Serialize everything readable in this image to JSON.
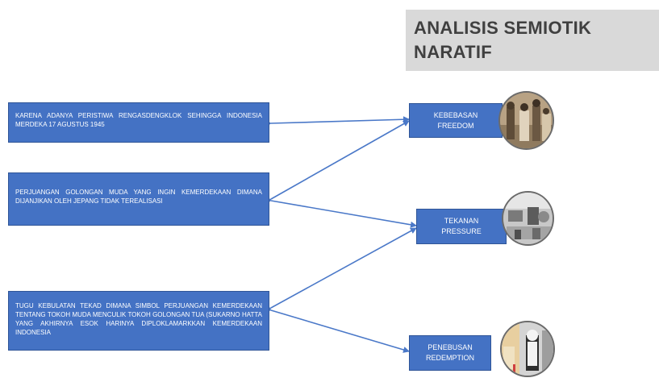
{
  "title": {
    "line1": "ANALISIS SEMIOTIK",
    "line2": "NARATIF"
  },
  "left_boxes": [
    {
      "text": "KARENA ADANYA PERISTIWA RENGASDENGKLOK SEHINGGA INDONESIA MERDEKA 17 AGUSTUS 1945"
    },
    {
      "text": "PERJUANGAN GOLONGAN MUDA YANG INGIN KEMERDEKAAN DIMANA DIJANJIKAN OLEH JEPANG TIDAK TEREALISASI"
    },
    {
      "text": "TUGU KEBULATAN TEKAD DIMANA SIMBOL PERJUANGAN KEMERDEKAAN TENTANG TOKOH MUDA MENCULIK TOKOH GOLONGAN TUA (SUKARNO HATTA YANG AKHIRNYA ESOK HARINYA DIPLOKLAMARKKAN KEMERDEKAAN INDONESIA"
    }
  ],
  "right_boxes": [
    {
      "line1": "KEBEBASAN",
      "line2": "FREEDOM"
    },
    {
      "line1": "TEKANAN",
      "line2": "PRESSURE"
    },
    {
      "line1": "PENEBUSAN",
      "line2": "REDEMPTION"
    }
  ],
  "photos": [
    "freedom-photo",
    "pressure-photo",
    "redemption-photo"
  ],
  "colors": {
    "box_fill": "#4472c4",
    "box_border": "#2f5597",
    "title_bg": "#d9d9d9",
    "title_text": "#404040"
  }
}
